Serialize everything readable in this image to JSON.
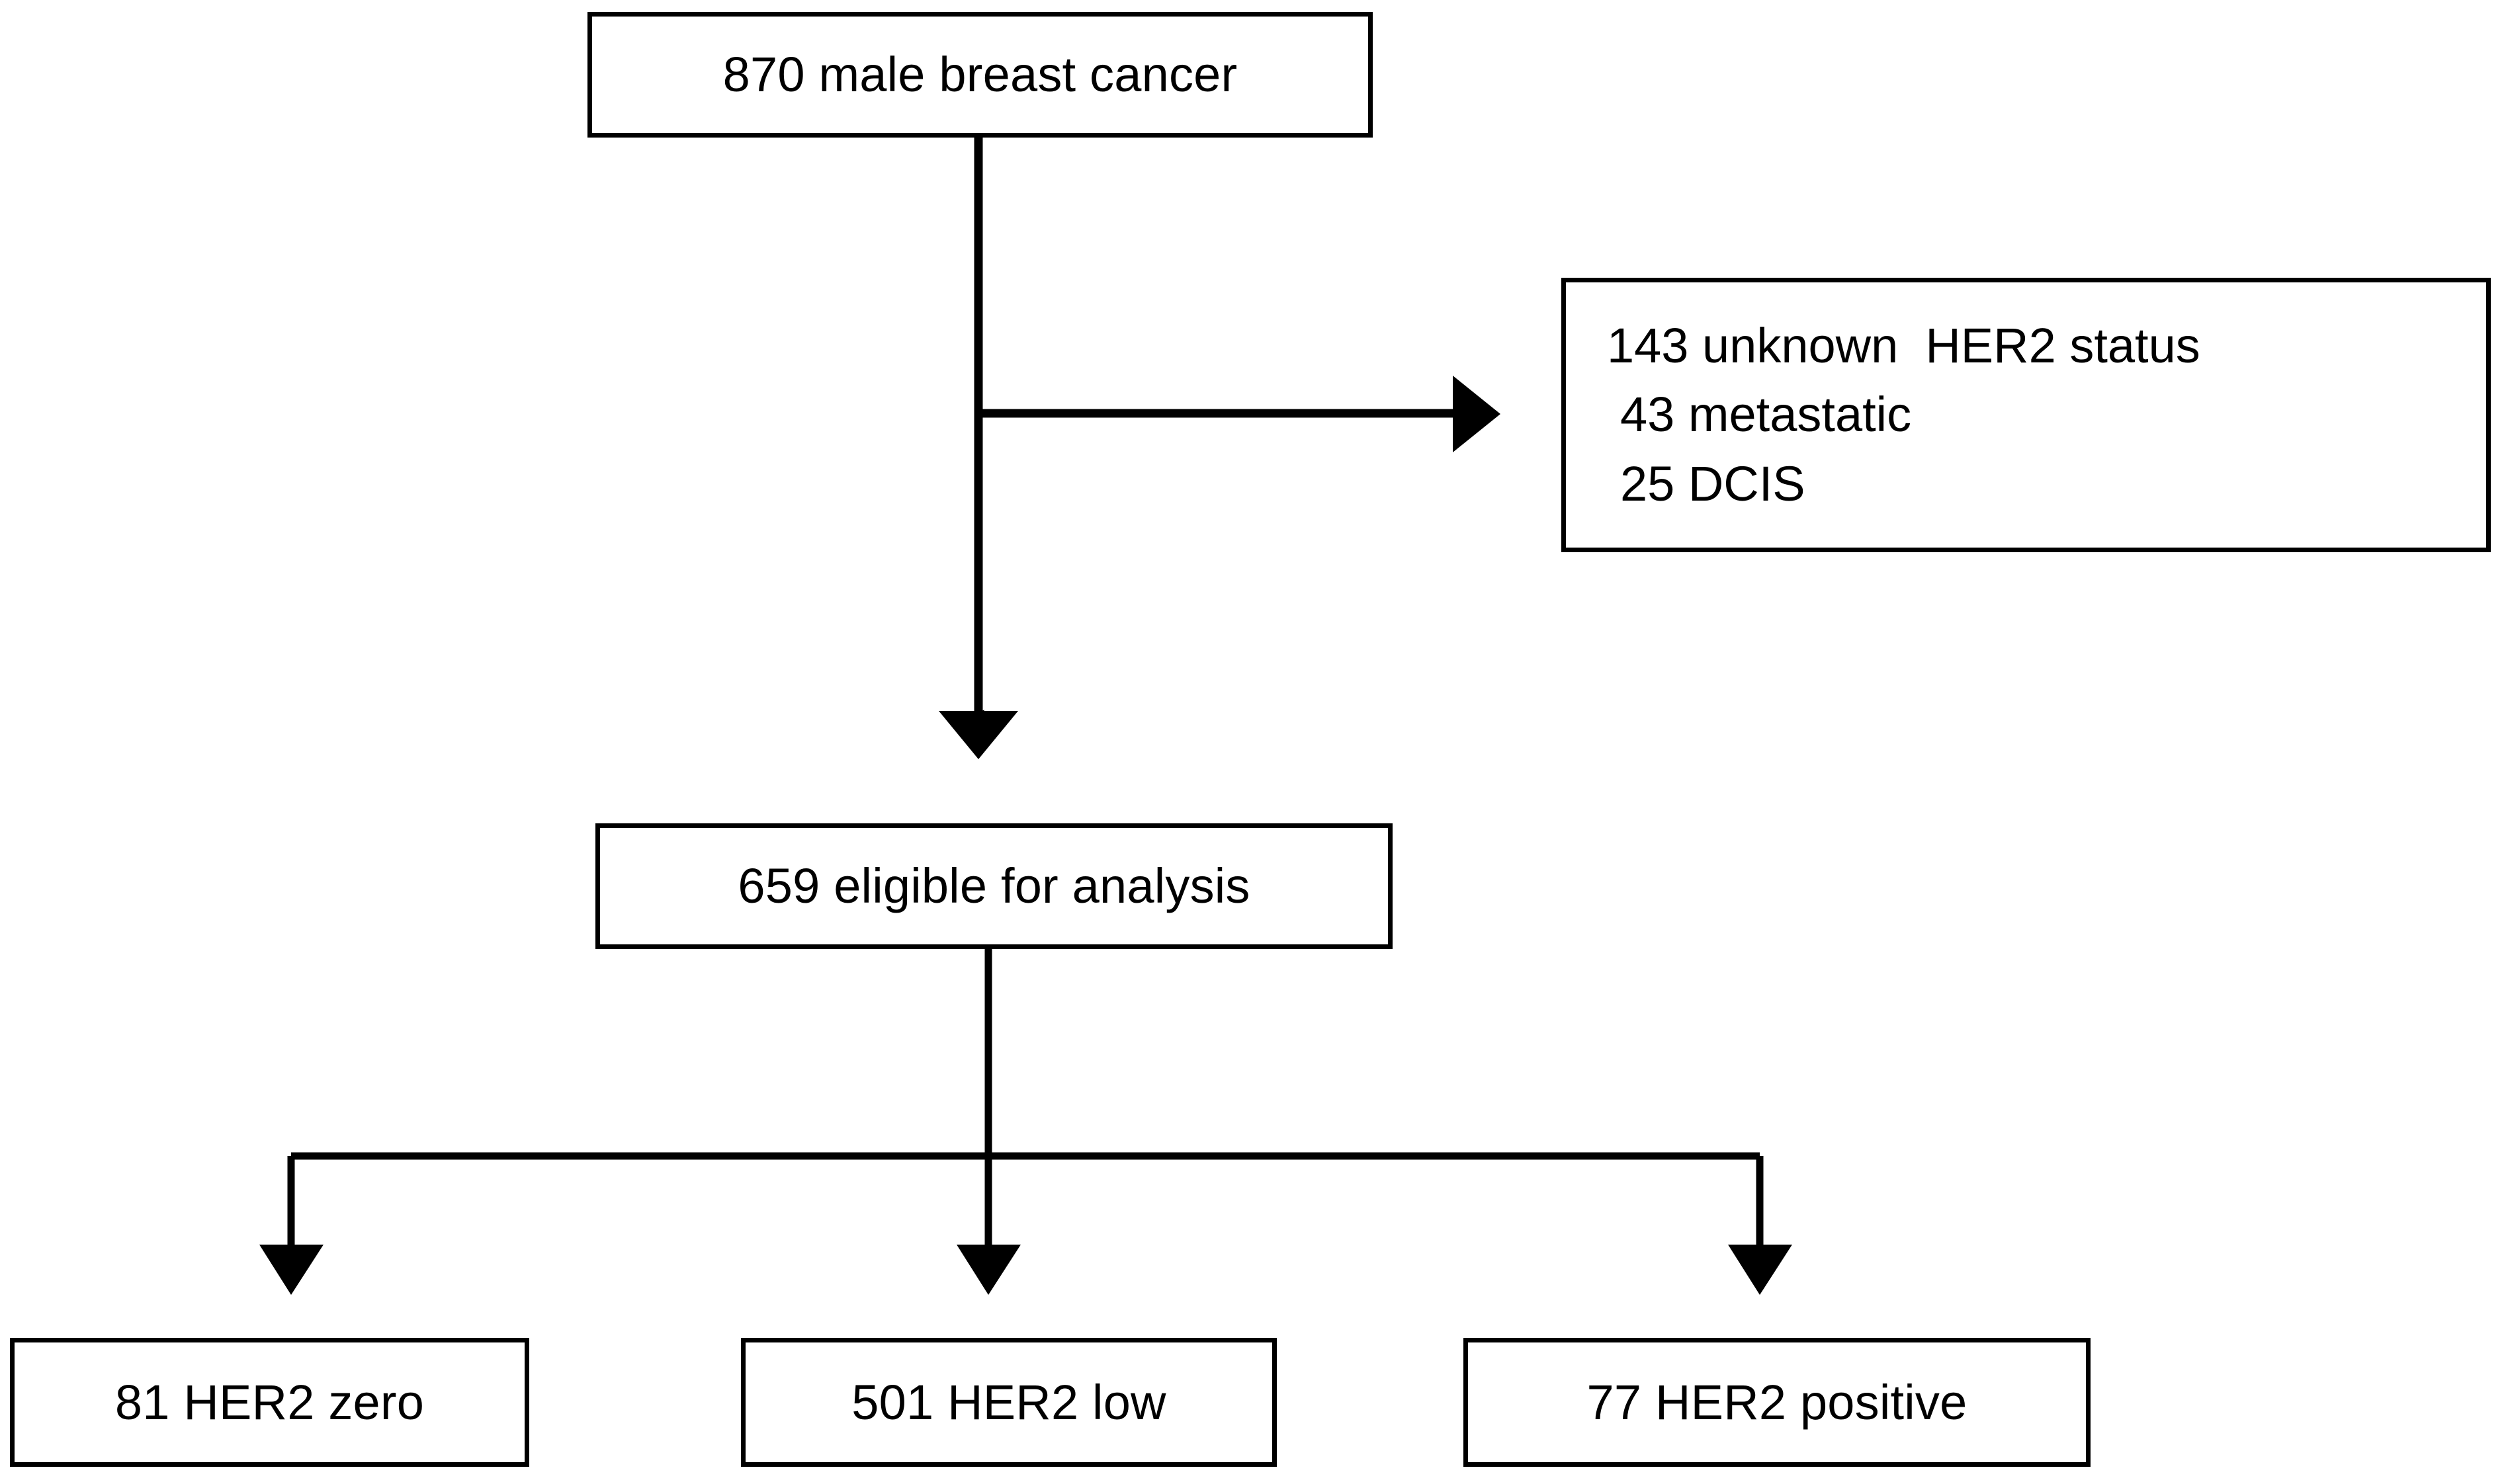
{
  "diagram": {
    "type": "flowchart",
    "title": "Male breast cancer HER2 cohort selection",
    "colors": {
      "background": "#ffffff",
      "stroke": "#000000",
      "text": "#000000"
    },
    "nodes": {
      "enrolled": {
        "label": "870 male breast cancer",
        "count": 870
      },
      "excluded": {
        "lines": [
          "143 unknown  HER2 status",
          "43 metastatic",
          "25 DCIS"
        ],
        "counts": [
          143,
          43,
          25
        ]
      },
      "eligible": {
        "label": "659 eligible for analysis",
        "count": 659
      },
      "her2_zero": {
        "label": "81 HER2 zero",
        "count": 81
      },
      "her2_low": {
        "label": "501 HER2 low",
        "count": 501
      },
      "her2_positive": {
        "label": "77 HER2 positive",
        "count": 77
      }
    },
    "edges": [
      {
        "from": "enrolled",
        "to": "excluded",
        "direction": "right"
      },
      {
        "from": "enrolled",
        "to": "eligible",
        "direction": "down"
      },
      {
        "from": "eligible",
        "to": "her2_zero",
        "direction": "down"
      },
      {
        "from": "eligible",
        "to": "her2_low",
        "direction": "down"
      },
      {
        "from": "eligible",
        "to": "her2_positive",
        "direction": "down"
      }
    ]
  }
}
